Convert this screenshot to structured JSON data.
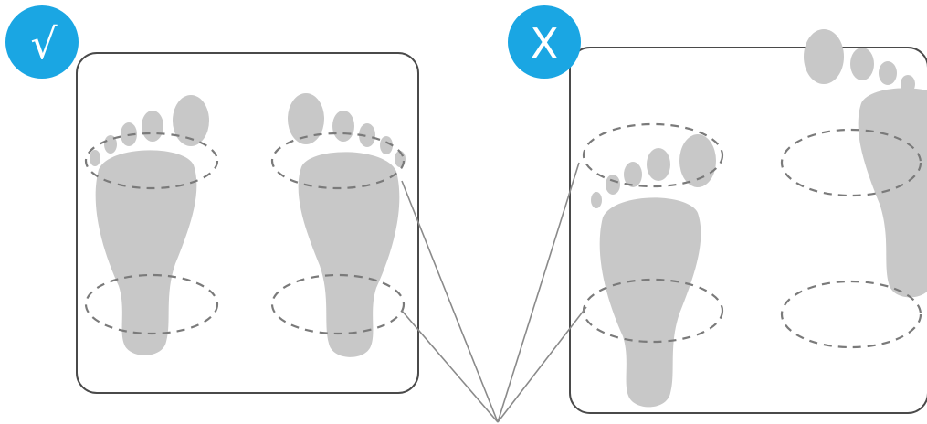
{
  "badges": {
    "correct_symbol": "√",
    "incorrect_symbol": "X",
    "color": "#1aa6e3"
  },
  "colors": {
    "foot_fill": "#c8c8c8",
    "frame_stroke": "#4a4a4a",
    "dashed_zone_stroke": "#7a7a7a",
    "leader_line": "#8a8a8a"
  },
  "panels": [
    {
      "id": "correct",
      "badge": "correct",
      "footprints": 2
    },
    {
      "id": "incorrect",
      "badge": "incorrect",
      "footprints": 2
    }
  ]
}
